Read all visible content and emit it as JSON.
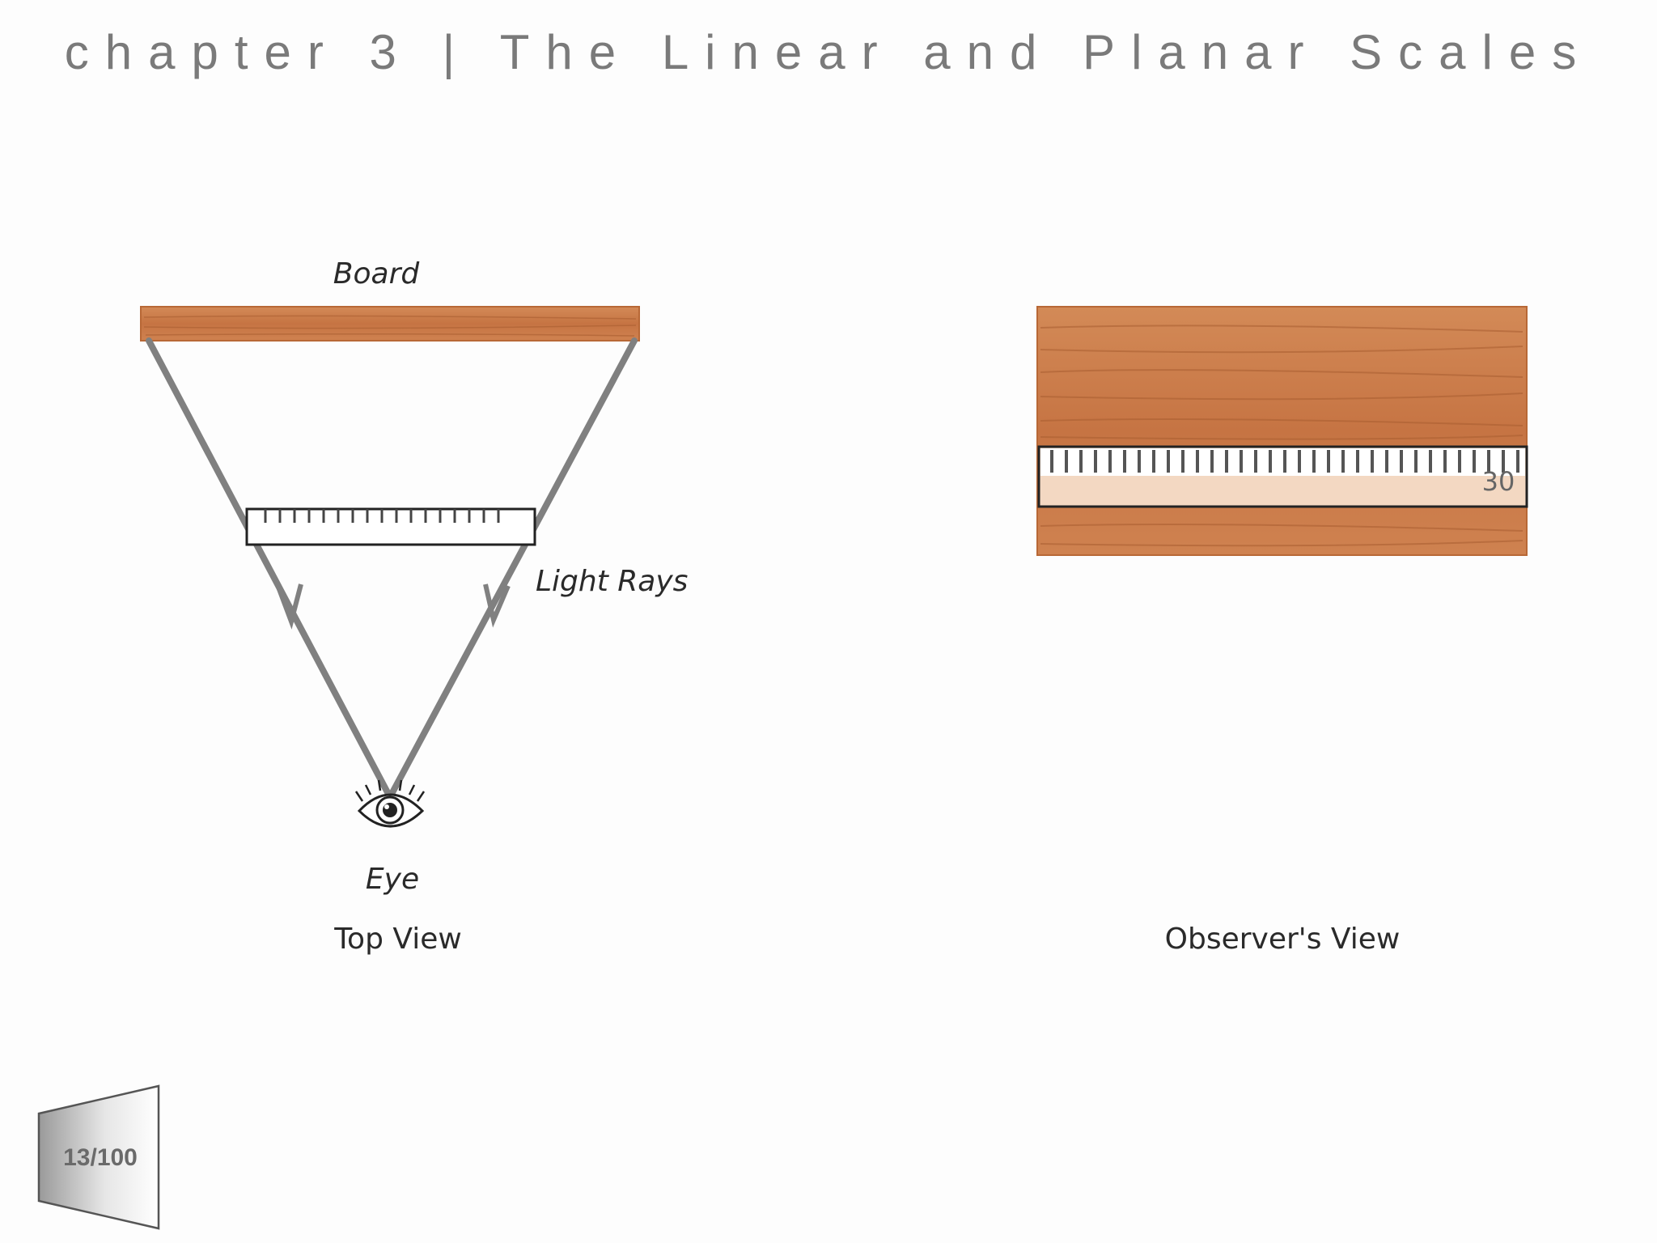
{
  "header": {
    "title": "chapter 3 | The Linear and Planar Scales"
  },
  "top_view": {
    "board_label": "Board",
    "rays_label": "Light Rays",
    "eye_label": "Eye",
    "caption": "Top View"
  },
  "observer_view": {
    "scale_number": "30",
    "caption": "Observer's View"
  },
  "page_indicator": {
    "text": "13/100"
  },
  "colors": {
    "wood": "#c97a48",
    "wood_edge": "#b86836",
    "ray": "#808080",
    "scale_face": "#f3d8c2",
    "title": "#7a7a7a"
  }
}
